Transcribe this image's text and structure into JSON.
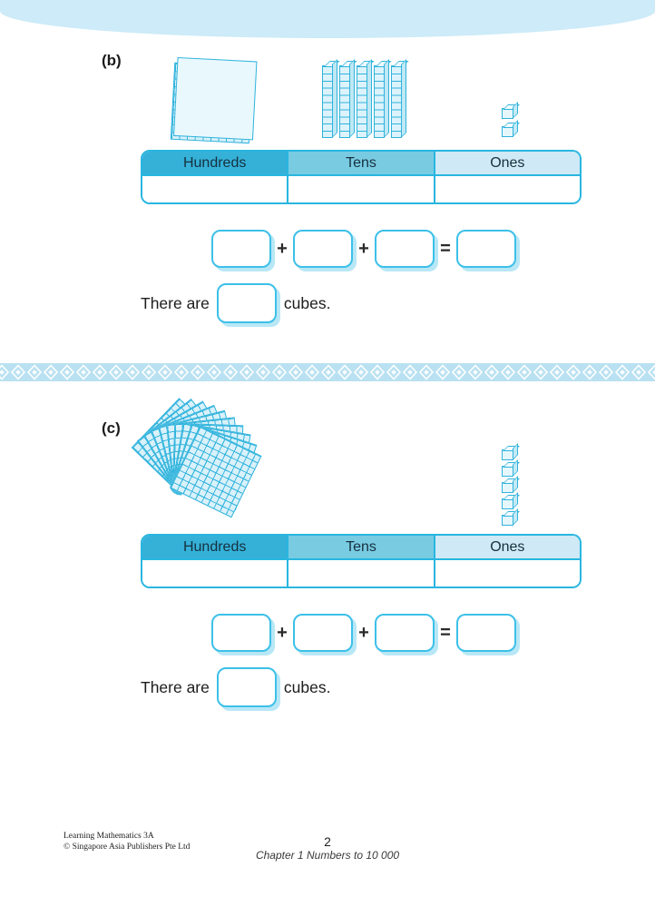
{
  "page": {
    "book": "Learning Mathematics 3A",
    "copyright": "© Singapore Asia Publishers Pte Ltd",
    "page_number": "2",
    "chapter": "Chapter 1  Numbers to 10 000"
  },
  "colors": {
    "accent_cyan": "#29b6e0",
    "block_line": "#2fb3dc",
    "block_fill": "#d9f1fa",
    "header_hundreds": "#35b1d8",
    "header_tens": "#79cbe2",
    "header_ones": "#cfeaf6",
    "top_band": "#cdebf8",
    "divider_band": "#b9e1f1",
    "box_shadow": "#b8e7f6"
  },
  "sections": {
    "b": {
      "label": "(b)",
      "blocks": {
        "hundred_flats": 1,
        "ten_rods": 5,
        "unit_cubes": 2
      },
      "table": {
        "headers": [
          "Hundreds",
          "Tens",
          "Ones"
        ],
        "row": [
          "",
          "",
          ""
        ]
      },
      "equation": {
        "box_values": [
          "",
          "",
          "",
          ""
        ],
        "op1": "+",
        "op2": "+",
        "op3": "="
      },
      "sentence_prefix": "There are",
      "sentence_value": "",
      "sentence_suffix": "cubes."
    },
    "c": {
      "label": "(c)",
      "blocks": {
        "hundred_flats": 10,
        "ten_rods": 0,
        "unit_cubes": 5
      },
      "table": {
        "headers": [
          "Hundreds",
          "Tens",
          "Ones"
        ],
        "row": [
          "",
          "",
          ""
        ]
      },
      "equation": {
        "box_values": [
          "",
          "",
          "",
          ""
        ],
        "op1": "+",
        "op2": "+",
        "op3": "="
      },
      "sentence_prefix": "There are",
      "sentence_value": "",
      "sentence_suffix": "cubes."
    }
  }
}
